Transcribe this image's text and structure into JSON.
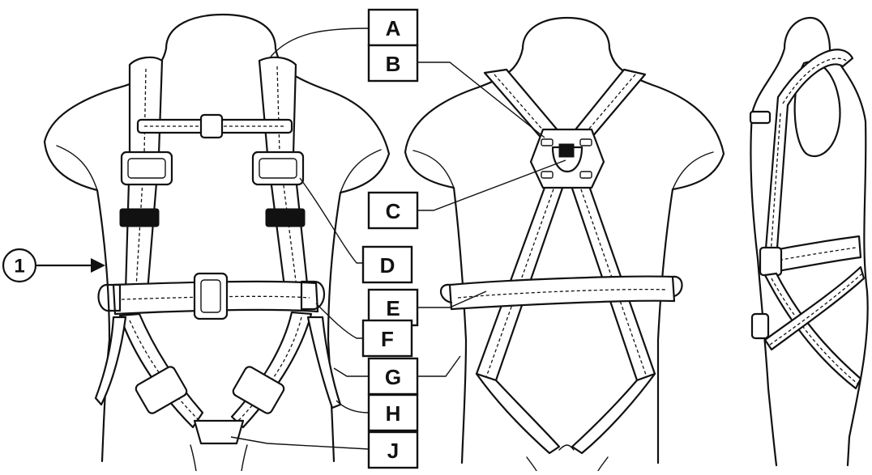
{
  "labels": {
    "A": "A",
    "B": "B",
    "C": "C",
    "D": "D",
    "E": "E",
    "F": "F",
    "G": "G",
    "H": "H",
    "J": "J"
  },
  "callout": {
    "number": "1"
  },
  "colors": {
    "ink": "#111111",
    "background": "#ffffff"
  }
}
